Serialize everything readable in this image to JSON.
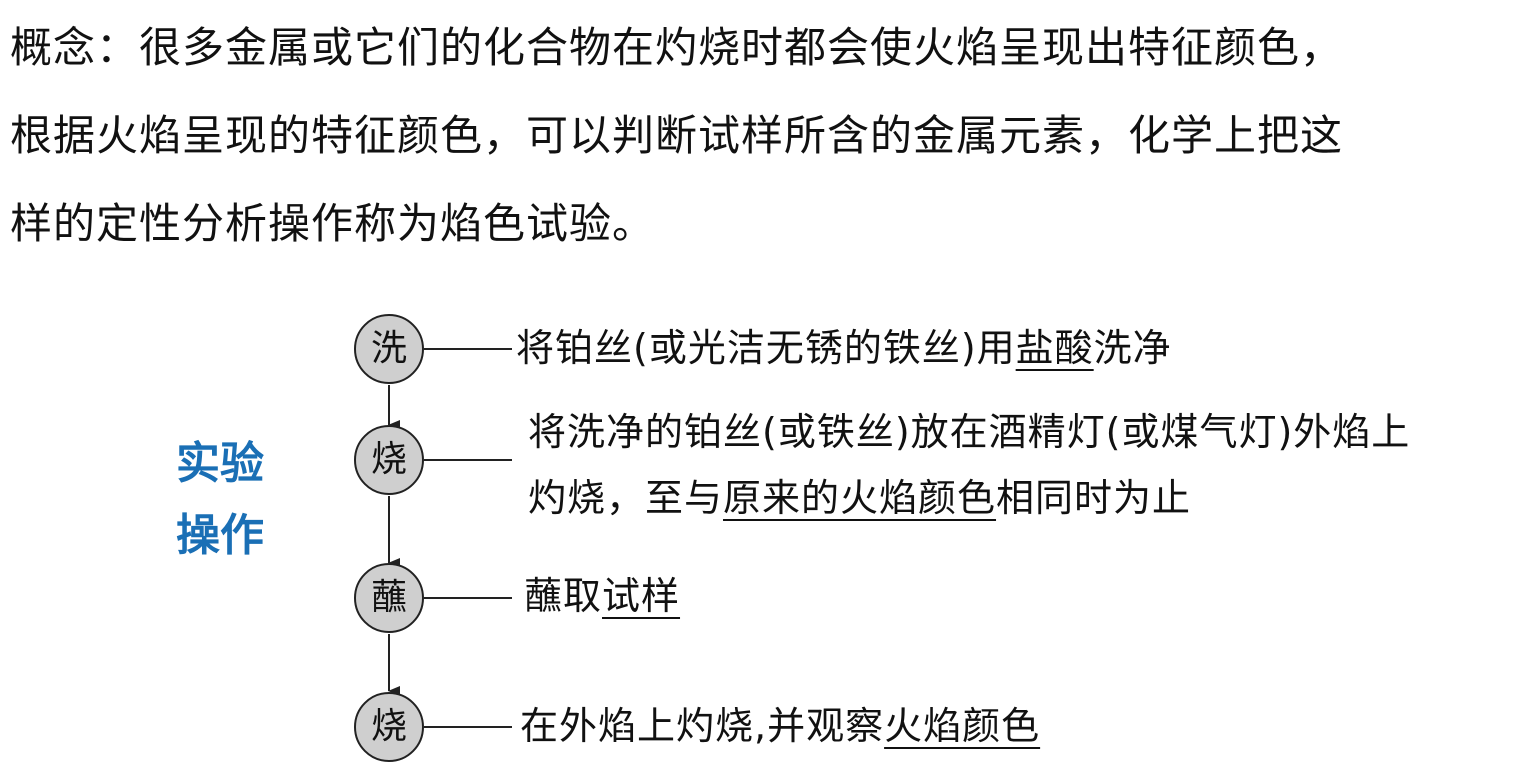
{
  "concept": {
    "line1": "概念：很多金属或它们的化合物在灼烧时都会使火焰呈现出特征颜色，",
    "line2": "根据火焰呈现的特征颜色，可以判断试样所含的金属元素，化学上把这",
    "line3": "样的定性分析操作称为焰色试验。"
  },
  "side_label": {
    "line1": "实验",
    "line2": "操作"
  },
  "steps": [
    {
      "char": "洗",
      "text_a": "将铂丝(或光洁无锈的铁丝)用",
      "underline": "盐酸",
      "text_b": "洗净"
    },
    {
      "char": "烧",
      "line1": "将洗净的铂丝(或铁丝)放在酒精灯(或煤气灯)外焰上",
      "line2_a": "灼烧，至与",
      "underline": "原来的火焰颜色",
      "line2_b": "相同时为止"
    },
    {
      "char": "蘸",
      "text_a": "蘸取",
      "underline": "试样"
    },
    {
      "char": "烧",
      "text_a": "在外焰上灼烧,并观察",
      "underline": "火焰颜色"
    }
  ],
  "colors": {
    "label_blue": "#1a6fb5",
    "circle_fill": "#cfcfcf"
  }
}
